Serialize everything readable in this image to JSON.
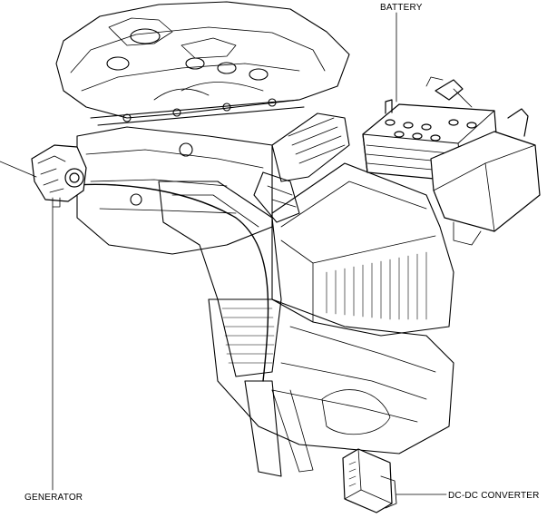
{
  "labels": {
    "battery": "BATTERY",
    "generator": "GENERATOR",
    "dcdc_converter": "DC-DC CONVERTER"
  },
  "colors": {
    "ink": "#000000",
    "paper": "#ffffff"
  }
}
